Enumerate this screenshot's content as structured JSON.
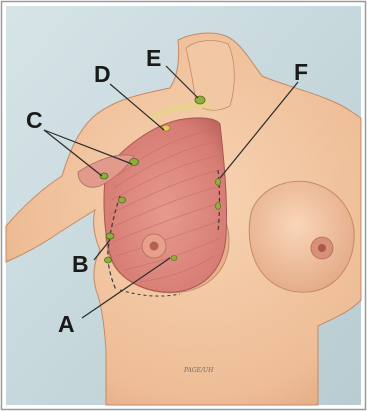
{
  "labels": {
    "a": "A",
    "b": "B",
    "c": "C",
    "d": "D",
    "e": "E",
    "f": "F"
  },
  "signature": "PAGE/UH",
  "colors": {
    "background": "#c6d8dd",
    "skin": "#f0c39d",
    "muscle": "#d9837c",
    "node_green": "#8fae3a",
    "node_yellow": "#e7c85a",
    "leader_line": "#2b2b2b"
  }
}
